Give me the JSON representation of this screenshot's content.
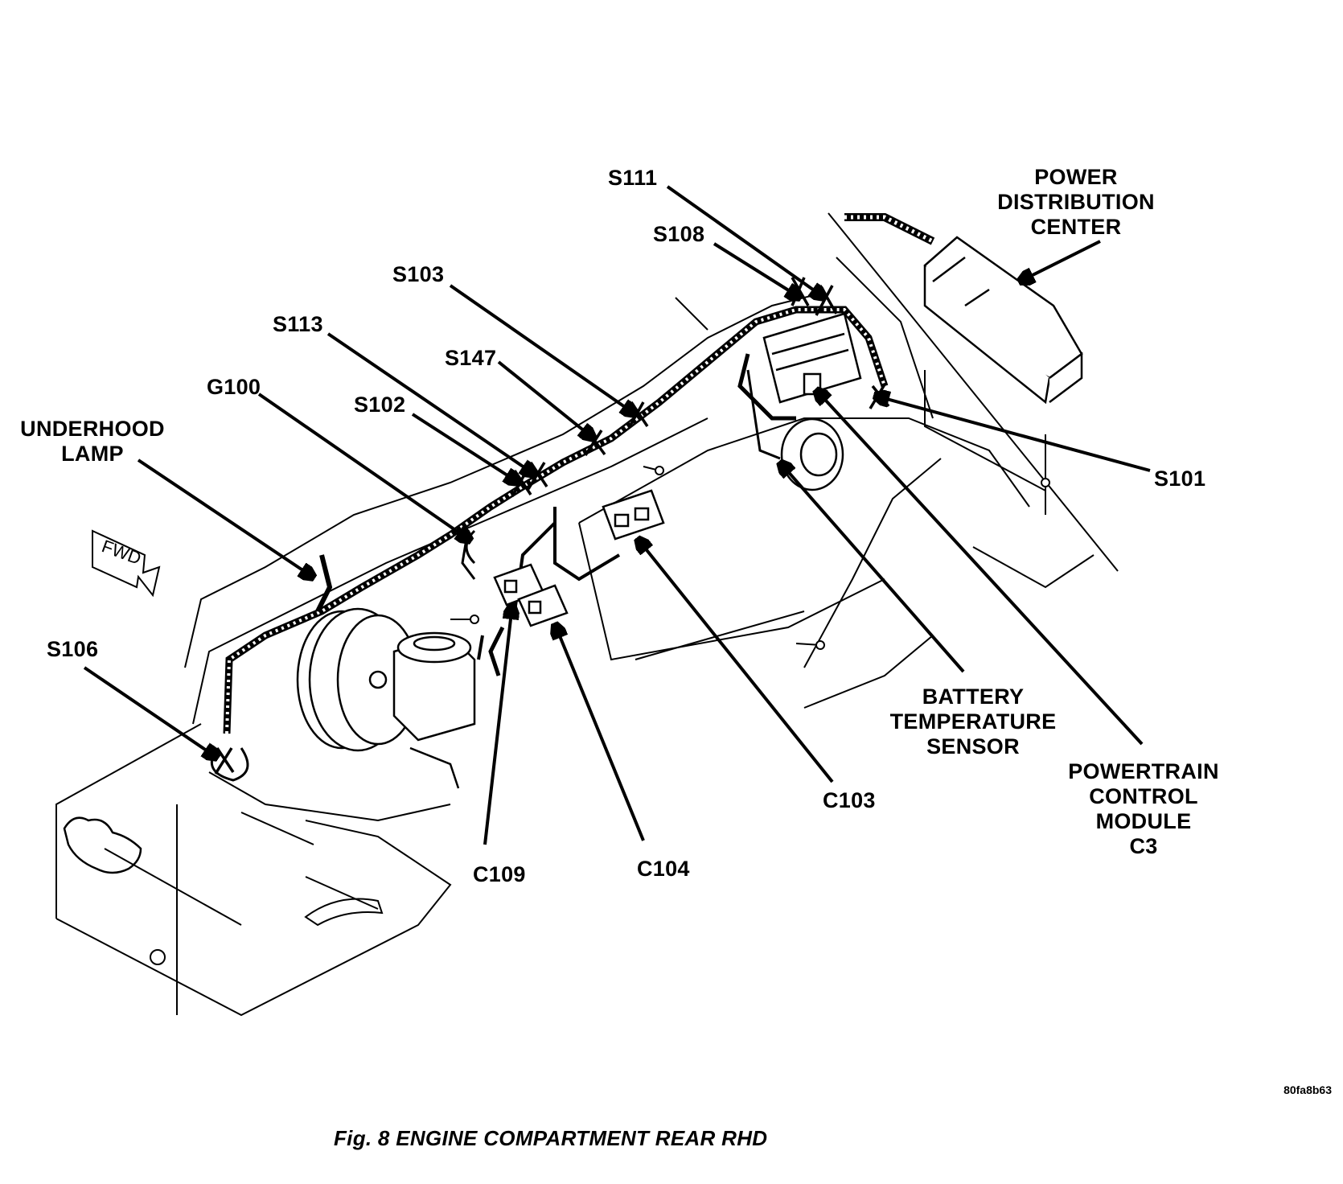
{
  "figure": {
    "caption": "Fig. 8 ENGINE COMPARTMENT REAR RHD",
    "image_code": "80fa8b63",
    "direction_marker": "FWD"
  },
  "callouts": {
    "power_distribution_center": [
      "POWER",
      "DISTRIBUTION",
      "CENTER"
    ],
    "s111": [
      "S111"
    ],
    "s108": [
      "S108"
    ],
    "s103": [
      "S103"
    ],
    "s113": [
      "S113"
    ],
    "s147": [
      "S147"
    ],
    "g100": [
      "G100"
    ],
    "s102": [
      "S102"
    ],
    "underhood_lamp": [
      "UNDERHOOD",
      "LAMP"
    ],
    "s101": [
      "S101"
    ],
    "s106": [
      "S106"
    ],
    "battery_temperature_sensor": [
      "BATTERY",
      "TEMPERATURE",
      "SENSOR"
    ],
    "powertrain_control_module": [
      "POWERTRAIN",
      "CONTROL",
      "MODULE",
      "C3"
    ],
    "c103": [
      "C103"
    ],
    "c109": [
      "C109"
    ],
    "c104": [
      "C104"
    ]
  }
}
